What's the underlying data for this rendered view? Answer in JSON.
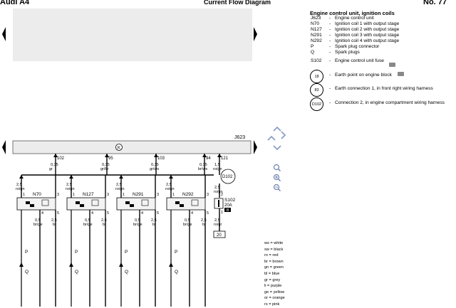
{
  "header": {
    "model": "Audi A4",
    "title": "Current Flow Diagram",
    "page_no": "No. 77"
  },
  "legend": {
    "title": "Engine control unit, ignition coils",
    "items": [
      {
        "code": "J623",
        "desc": "Engine control unit"
      },
      {
        "code": "N70",
        "desc": "Ignition coil 1 with output stage"
      },
      {
        "code": "N127",
        "desc": "Ignition coil 2 with output stage"
      },
      {
        "code": "N291",
        "desc": "Ignition coil 3 with output stage"
      },
      {
        "code": "N292",
        "desc": "Ignition coil 4 with output stage"
      },
      {
        "code": "P",
        "desc": "Spark plug connector"
      },
      {
        "code": "Q",
        "desc": "Spark plugs"
      },
      {
        "code": "S102",
        "desc": "Engine control unit fuse"
      }
    ],
    "earth_items": [
      {
        "code": "18",
        "desc": "Earth point on engine block"
      },
      {
        "code": "83",
        "desc": "Earth connection 1, in front right wiring harness"
      },
      {
        "code": "D102",
        "desc": "Connection 2, in engine compartment wiring harness"
      }
    ]
  },
  "color_key": [
    "ws  =  white",
    "sw  =  black",
    "ro  =  red",
    "br  =  brown",
    "gn  =  green",
    "bl  =  blue",
    "gr  =  grey",
    "li  =  purple",
    "ge  =  yellow",
    "or  =  orange",
    "rs  =  pink"
  ],
  "diagram": {
    "ecu_label": "J623",
    "ecu_connector": "K",
    "fuse_label": "S102",
    "fuse_rating": "20A",
    "fuse_slot": "B",
    "splice_label": "D102",
    "ref_box": "20",
    "pin_numbers": [
      "102",
      "95",
      "103",
      "94",
      "121"
    ],
    "top_wires": [
      {
        "size": "0,35",
        "color": "gr"
      },
      {
        "size": "0,35",
        "color": "gr/br"
      },
      {
        "size": "0,35",
        "color": "gr/ws"
      },
      {
        "size": "0,35",
        "color": "br/ws"
      },
      {
        "size": "1,5",
        "color": "ro/gn"
      }
    ],
    "coils": [
      {
        "label": "N70"
      },
      {
        "label": "N127"
      },
      {
        "label": "N291"
      },
      {
        "label": "N292"
      }
    ],
    "coil_feed_wire": {
      "size": "2,5",
      "color": "ro/gn"
    },
    "coil_earth_wires": [
      {
        "size": "0,5",
        "color": "br/ge"
      },
      {
        "size": "2,5",
        "color": "br"
      }
    ],
    "fuse_out_wire": {
      "size": "2,5",
      "color": "ro/gr"
    },
    "pin_1": "1",
    "pin_2": "2",
    "pin_3": "3",
    "pin_4": "4",
    "pin_5": "5",
    "plug_label": "P",
    "spark_label": "Q"
  }
}
